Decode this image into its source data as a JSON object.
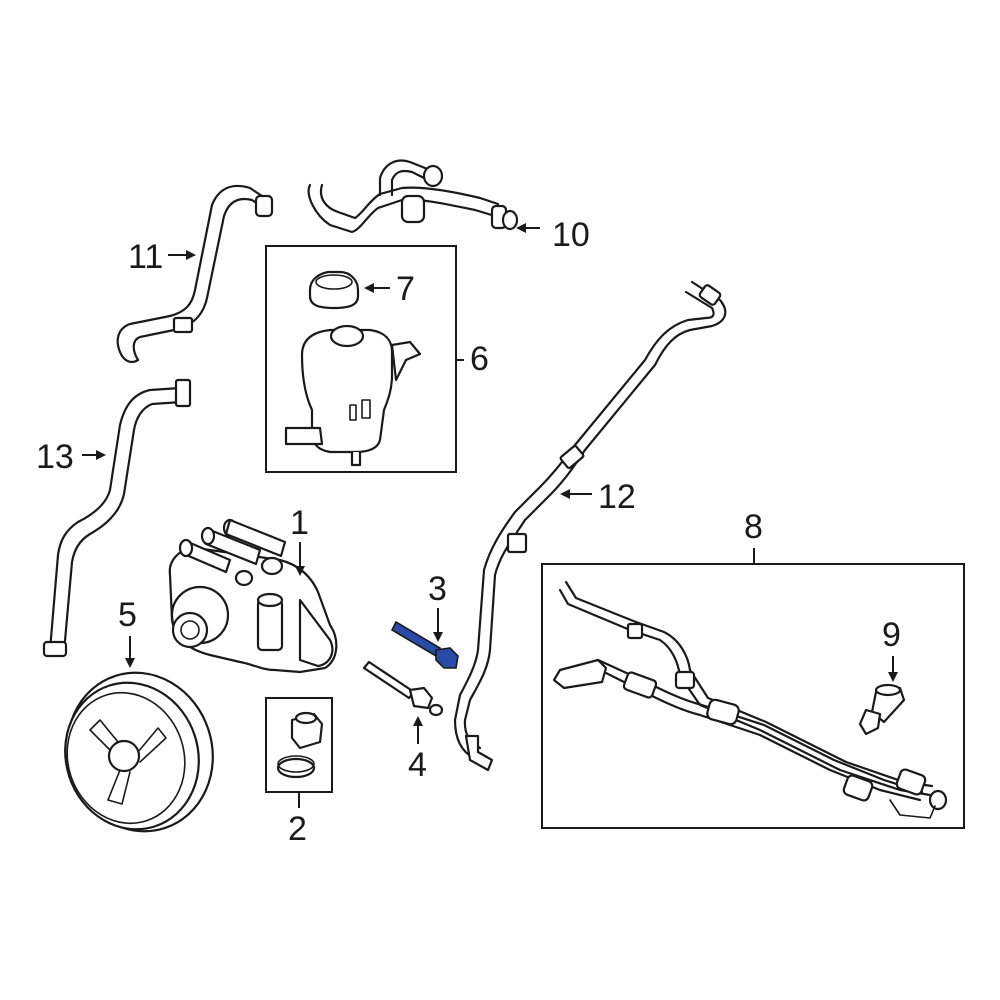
{
  "callouts": [
    {
      "id": "1",
      "label": "1"
    },
    {
      "id": "2",
      "label": "2"
    },
    {
      "id": "3",
      "label": "3"
    },
    {
      "id": "4",
      "label": "4"
    },
    {
      "id": "5",
      "label": "5"
    },
    {
      "id": "6",
      "label": "6"
    },
    {
      "id": "7",
      "label": "7"
    },
    {
      "id": "8",
      "label": "8"
    },
    {
      "id": "9",
      "label": "9"
    },
    {
      "id": "10",
      "label": "10"
    },
    {
      "id": "11",
      "label": "11"
    },
    {
      "id": "12",
      "label": "12"
    },
    {
      "id": "13",
      "label": "13"
    }
  ],
  "colors": {
    "line": "#1a1a1a",
    "background": "#ffffff",
    "highlight": "#2a4aa8"
  },
  "highlighted_part": "3"
}
